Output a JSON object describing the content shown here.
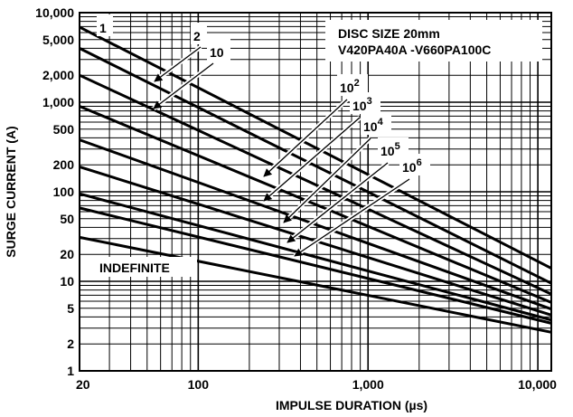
{
  "chart_data": {
    "type": "line",
    "title": "",
    "xlabel": "IMPULSE DURATION (µs)",
    "ylabel": "SURGE CURRENT (A)",
    "x_scale": "log",
    "y_scale": "log",
    "xlim": [
      20,
      12000
    ],
    "ylim": [
      1,
      10000
    ],
    "grid": true,
    "x_tick_labels": [
      {
        "value": 20,
        "label": "20"
      },
      {
        "value": 100,
        "label": "100"
      },
      {
        "value": 1000,
        "label": "1,000"
      },
      {
        "value": 10000,
        "label": "10,000"
      }
    ],
    "y_tick_labels": [
      {
        "value": 10000,
        "label": "10,000"
      },
      {
        "value": 5000,
        "label": "5,000"
      },
      {
        "value": 2000,
        "label": "2,000"
      },
      {
        "value": 1000,
        "label": "1,000"
      },
      {
        "value": 500,
        "label": "500"
      },
      {
        "value": 200,
        "label": "200"
      },
      {
        "value": 100,
        "label": "100"
      },
      {
        "value": 50,
        "label": "50"
      },
      {
        "value": 20,
        "label": "20"
      },
      {
        "value": 10,
        "label": "10"
      },
      {
        "value": 5,
        "label": "5"
      },
      {
        "value": 2,
        "label": "2"
      },
      {
        "value": 1,
        "label": "1"
      }
    ],
    "annotations": [
      "DISC SIZE 20mm",
      "V420PA40A -V660PA100C",
      "INDEFINITE"
    ],
    "series": [
      {
        "name": "1",
        "label_base": "1",
        "label_exp": "",
        "x": [
          20,
          12000
        ],
        "y": [
          6900,
          14
        ]
      },
      {
        "name": "2",
        "label_base": "2",
        "label_exp": "",
        "x": [
          20,
          12000
        ],
        "y": [
          4000,
          9.5
        ]
      },
      {
        "name": "10",
        "label_base": "10",
        "label_exp": "",
        "x": [
          20,
          12000
        ],
        "y": [
          2000,
          7.2
        ]
      },
      {
        "name": "10^2",
        "label_base": "10",
        "label_exp": "2",
        "x": [
          20,
          12000
        ],
        "y": [
          900,
          5.8
        ]
      },
      {
        "name": "10^3",
        "label_base": "10",
        "label_exp": "3",
        "x": [
          20,
          12000
        ],
        "y": [
          380,
          4.9
        ]
      },
      {
        "name": "10^4",
        "label_base": "10",
        "label_exp": "4",
        "x": [
          20,
          12000
        ],
        "y": [
          190,
          4.2
        ]
      },
      {
        "name": "10^5",
        "label_base": "10",
        "label_exp": "5",
        "x": [
          20,
          12000
        ],
        "y": [
          95,
          3.7
        ]
      },
      {
        "name": "10^6",
        "label_base": "10",
        "label_exp": "6",
        "x": [
          20,
          12000
        ],
        "y": [
          66,
          3.4
        ]
      },
      {
        "name": "INDEFINITE",
        "label_base": "",
        "label_exp": "",
        "x": [
          20,
          12000
        ],
        "y": [
          31,
          2.7
        ]
      }
    ]
  }
}
